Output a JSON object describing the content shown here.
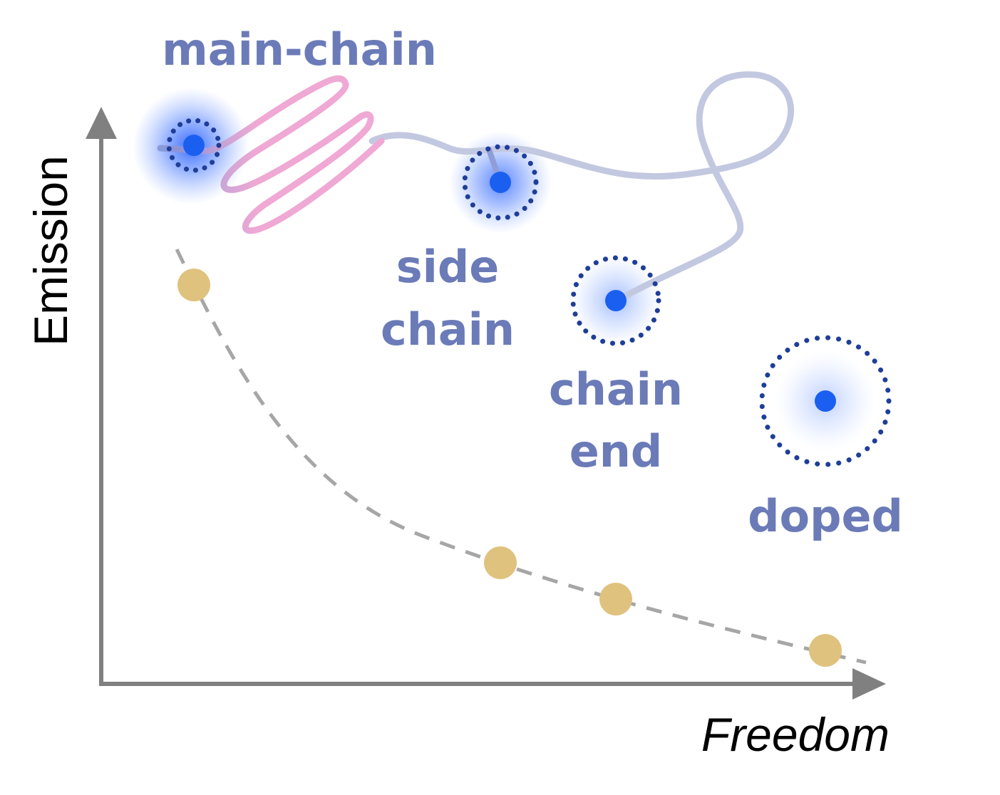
{
  "axes": {
    "y_label": "Emission",
    "x_label": "Freedom"
  },
  "categories": [
    {
      "id": "main-chain",
      "lines": [
        "main-chain"
      ]
    },
    {
      "id": "side-chain",
      "lines": [
        "side",
        "chain"
      ]
    },
    {
      "id": "chain-end",
      "lines": [
        "chain",
        "end"
      ]
    },
    {
      "id": "doped",
      "lines": [
        "doped"
      ]
    }
  ],
  "colors": {
    "axis": "#808080",
    "label": "#6b7bb8",
    "emitter": "#1a5ff0",
    "dotted_ring": "#1f3e99",
    "glow": "#3a6cff",
    "marker": "#dfc27e",
    "trend_line": "#a6a6a6",
    "coiled_segment": "#f0a8d4",
    "polymer_chain": "#c3c8e1"
  },
  "trend": {
    "style": "dashed",
    "direction": "decreasing",
    "marker_count": 4
  }
}
